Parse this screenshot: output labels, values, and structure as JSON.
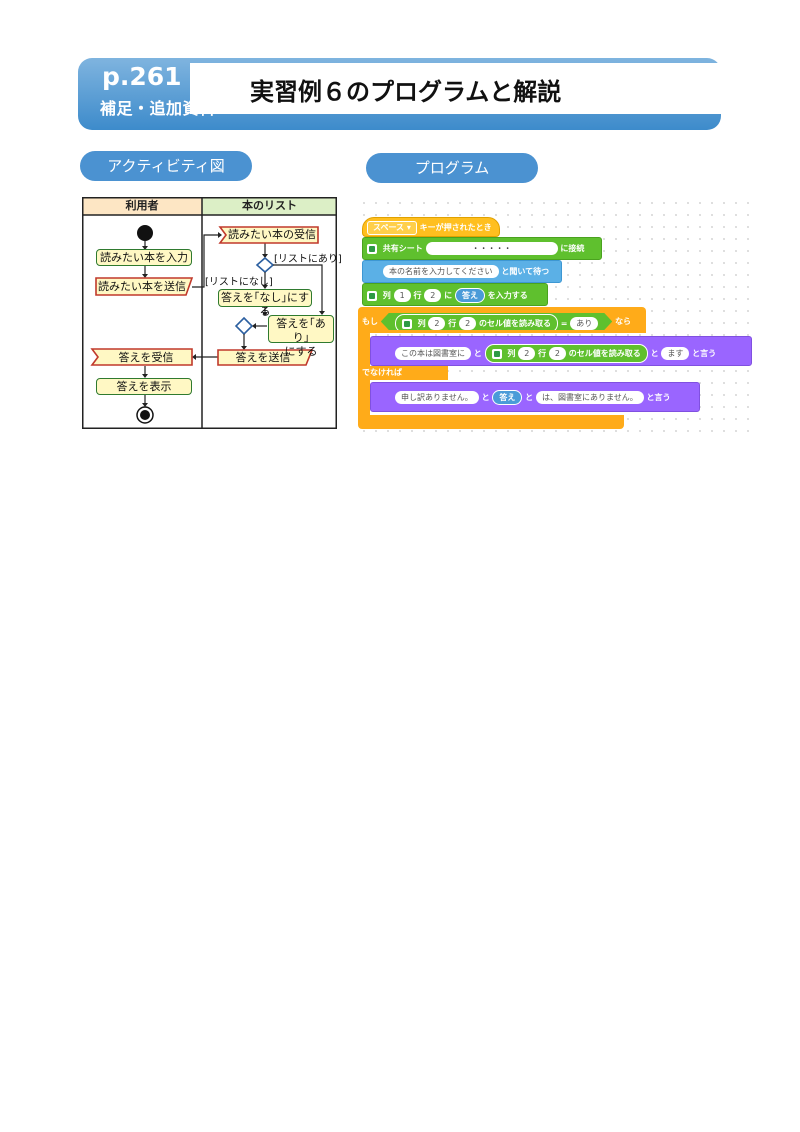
{
  "header": {
    "page_number": "p.261",
    "subtitle": "補足・追加資料",
    "title": "実習例６のプログラムと解説"
  },
  "sections": {
    "activity_label": "アクティビティ図",
    "program_label": "プログラム"
  },
  "activity": {
    "lanes": [
      "利用者",
      "本のリスト"
    ],
    "nodes": {
      "input": "読みたい本を入力",
      "send": "読みたい本を送信",
      "receive_book": "読みたい本の受信",
      "set_none": "答えを｢なし｣にする",
      "set_yes": "答えを｢あり｣\nにする",
      "send_answer": "答えを送信",
      "receive_answer": "答えを受信",
      "show_answer": "答えを表示"
    },
    "guards": {
      "in_list": "[リストにあり]",
      "not_in_list": "[リストになし]"
    }
  },
  "program": {
    "hat": {
      "key": "スペース ▾",
      "text": "キーが押されたとき"
    },
    "connect": {
      "label": "共有シート",
      "value": "・・・・・",
      "suffix": "に接続"
    },
    "ask": {
      "value": "本の名前を入力してください",
      "suffix": "と聞いて待つ"
    },
    "set_cell": {
      "col_label": "列",
      "col": "1",
      "row_label": "行",
      "row": "2",
      "mid": "に",
      "answer": "答え",
      "suffix": "を入力する"
    },
    "if": {
      "label": "もし",
      "read": {
        "col_label": "列",
        "col": "2",
        "row_label": "行",
        "row": "2",
        "suffix": "のセル値を読み取る"
      },
      "eq": "=",
      "value": "あり",
      "then": "なら"
    },
    "say_yes": {
      "prefix": "この本は図書室に",
      "and1": "と",
      "read": {
        "col_label": "列",
        "col": "2",
        "row_label": "行",
        "row": "2",
        "suffix": "のセル値を読み取る"
      },
      "and2": "と",
      "value": "ます",
      "suffix": "と言う"
    },
    "else": "でなければ",
    "say_no": {
      "prefix": "申し訳ありません。",
      "and1": "と",
      "answer": "答え",
      "and2": "と",
      "value": "は、図書室にありません。",
      "suffix": "と言う"
    }
  }
}
